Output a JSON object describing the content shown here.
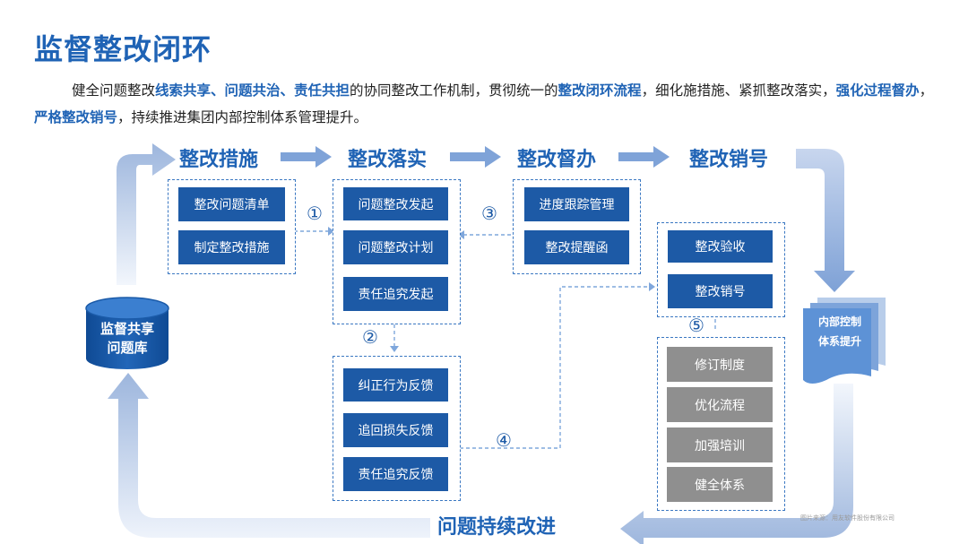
{
  "title": "监督整改闭环",
  "paragraph": {
    "s1": "健全问题整改",
    "h1": "线索共享、问题共治、责任共担",
    "s2": "的协同整改工作机制，贯彻统一的",
    "h2": "整改闭环流程",
    "s3": "，细化施措施、紧抓整改落实，",
    "h3": "强化过程督办",
    "s4": "，",
    "h4": "严格整改销号",
    "s5": "，持续推进集团内部控制体系管理提升。"
  },
  "stages": [
    "整改措施",
    "整改落实",
    "整改督办",
    "整改销号"
  ],
  "groups": {
    "measures": [
      "整改问题清单",
      "制定整改措施"
    ],
    "implement": [
      "问题整改发起",
      "问题整改计划",
      "责任追究发起"
    ],
    "supervise": [
      "进度跟踪管理",
      "整改提醒函"
    ],
    "closeout": [
      "整改验收",
      "整改销号"
    ],
    "feedback": [
      "纠正行为反馈",
      "追回损失反馈",
      "责任追究反馈"
    ],
    "improve": [
      "修订制度",
      "优化流程",
      "加强培训",
      "健全体系"
    ]
  },
  "numbers": [
    "①",
    "②",
    "③",
    "④",
    "⑤"
  ],
  "database": {
    "line1": "监督共享",
    "line2": "问题库"
  },
  "doc": {
    "line1": "内部控制",
    "line2": "体系提升"
  },
  "bottom_label": "问题持续改进",
  "watermark": "图片来源：用友软件股份有限公司",
  "colors": {
    "primary": "#1d5aa6",
    "title": "#1f63b5",
    "gray": "#8f8f8f",
    "loop": "#a9bfe0"
  }
}
